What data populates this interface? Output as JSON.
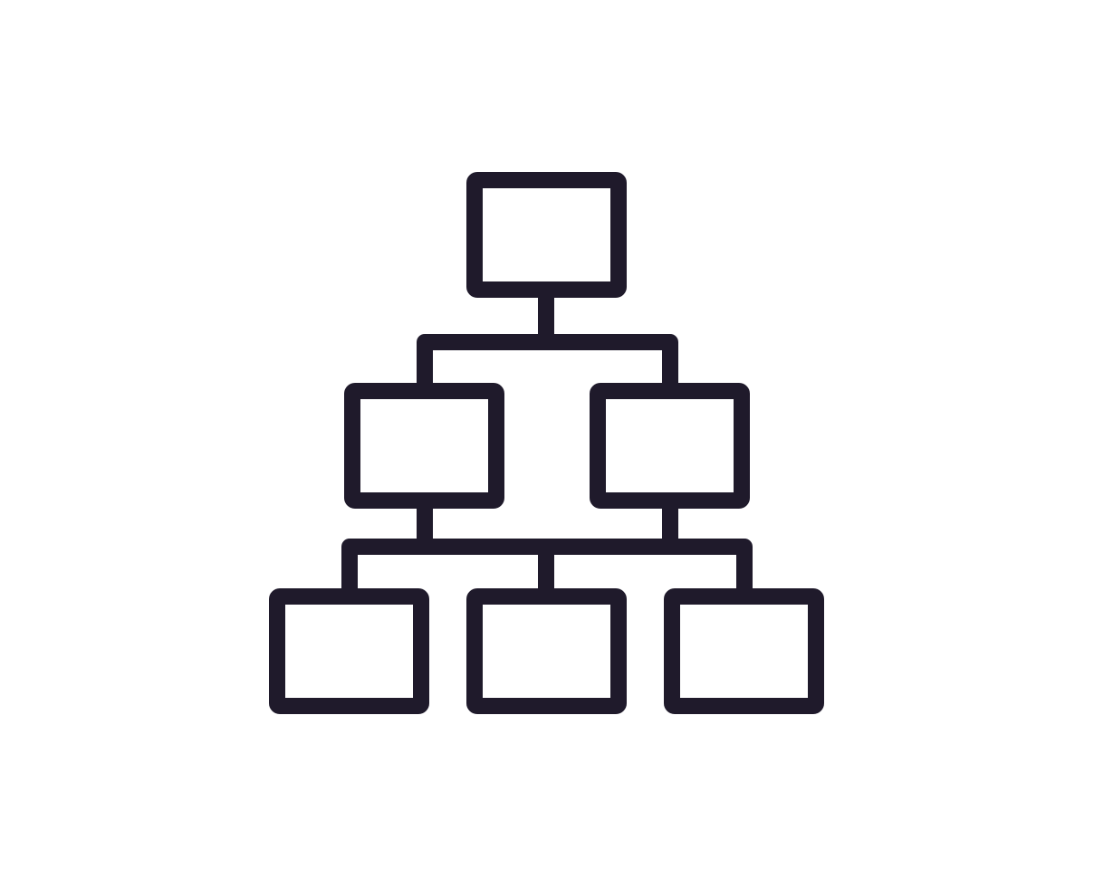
{
  "icon": {
    "name": "hierarchy-org-chart-icon",
    "stroke_color": "#1f1a2b",
    "background_color": "#ffffff",
    "levels": [
      1,
      2,
      3
    ]
  }
}
